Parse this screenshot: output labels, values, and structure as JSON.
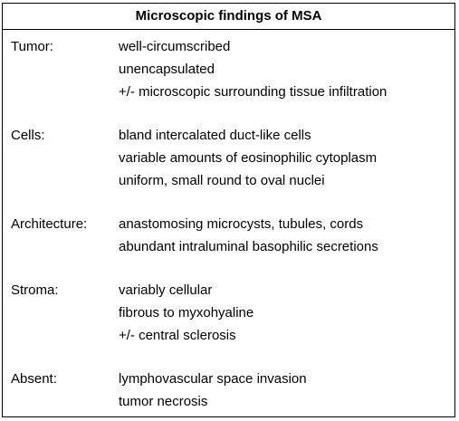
{
  "title": "Microscopic findings of MSA",
  "sections": [
    {
      "label": "Tumor:",
      "lines": [
        "well-circumscribed",
        "unencapsulated",
        "+/- microscopic surrounding tissue infiltration"
      ]
    },
    {
      "label": "Cells:",
      "lines": [
        "bland intercalated duct-like cells",
        "variable amounts of eosinophilic cytoplasm",
        "uniform, small round to oval nuclei"
      ]
    },
    {
      "label": "Architecture:",
      "lines": [
        "anastomosing microcysts, tubules, cords",
        "abundant intraluminal basophilic secretions"
      ]
    },
    {
      "label": "Stroma:",
      "lines": [
        "variably cellular",
        "fibrous to myxohyaline",
        "+/- central sclerosis"
      ]
    },
    {
      "label": "Absent:",
      "lines": [
        "lymphovascular space invasion",
        "tumor necrosis"
      ]
    }
  ]
}
